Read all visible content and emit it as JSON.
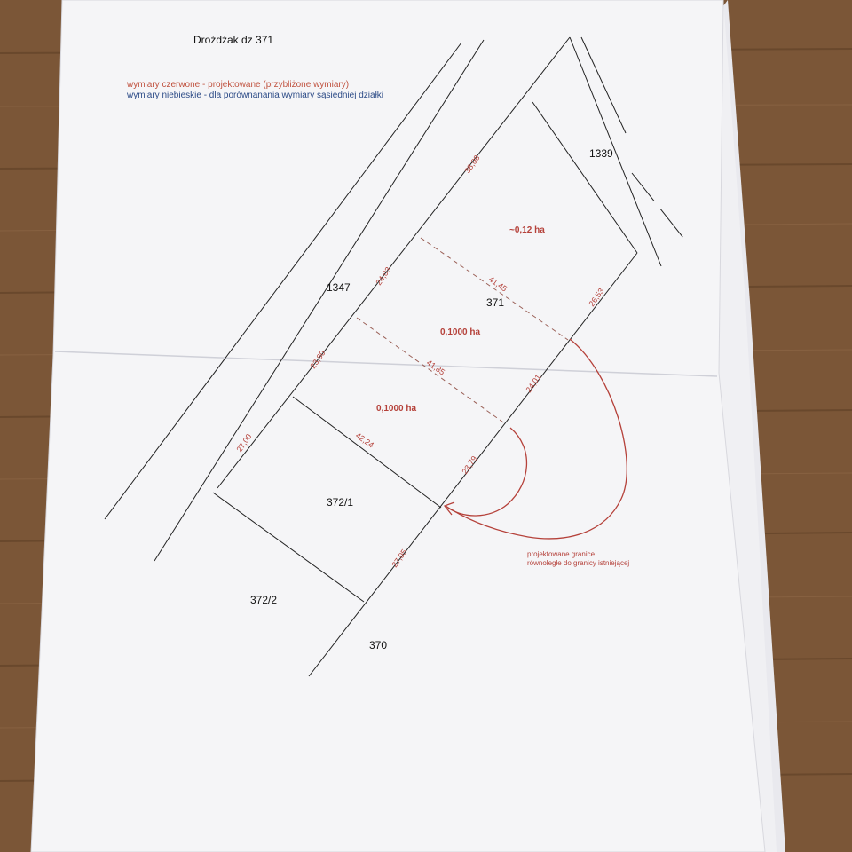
{
  "document": {
    "title": "Drożdżak dz 371",
    "legend": {
      "red": "wymiary czerwone - projektowane (przybliżone wymiary)",
      "blue": "wymiary niebieskie - dla porównanania wymiary sąsiedniej działki"
    },
    "colors": {
      "red": "#b5413a",
      "blue": "#2b4a86",
      "ink": "#111111",
      "paper": "#f4f4f6"
    }
  },
  "parcels": [
    "1347",
    "1339",
    "371",
    "372/1",
    "372/2",
    "370"
  ],
  "areas": [
    "~0,12 ha",
    "0,1000 ha",
    "0,1000 ha"
  ],
  "dimensions": [
    "38,08",
    "24,03",
    "23,80",
    "27,00",
    "41,45",
    "41,85",
    "42,24",
    "26,53",
    "24,01",
    "23,79",
    "27,05"
  ],
  "annotation": {
    "line1": "projektowane granice",
    "line2": "równoległe do granicy istniejącej"
  }
}
